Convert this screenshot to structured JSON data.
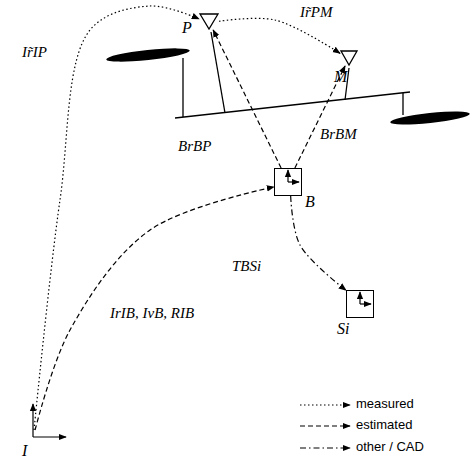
{
  "diagram": {
    "nodes": [
      {
        "text": [
          "I"
        ]
      },
      {
        "text": [
          "P"
        ]
      },
      {
        "text": [
          "M"
        ]
      },
      {
        "text": [
          "B"
        ]
      },
      {
        "text": [
          "Si"
        ]
      }
    ],
    "edges": [
      {
        "from": 0,
        "to": 1,
        "arrow": "to",
        "label": "Ir̃IP"
      },
      {
        "from": 1,
        "to": 2,
        "arrow": "to",
        "label": "Ir̃PM"
      },
      {
        "from": 3,
        "to": 1,
        "arrow": "to",
        "label": "BrBP"
      },
      {
        "from": 3,
        "to": 2,
        "arrow": "to",
        "label": "BrBM"
      },
      {
        "from": 0,
        "to": 3,
        "arrow": "to",
        "label": "IrIB, IvB, RIB"
      },
      {
        "from": 3,
        "to": 4,
        "arrow": "to",
        "label": "TBSi"
      }
    ],
    "legend": [
      {
        "text": "measured"
      },
      {
        "text": "estimated"
      },
      {
        "text": "other / CAD"
      }
    ]
  }
}
